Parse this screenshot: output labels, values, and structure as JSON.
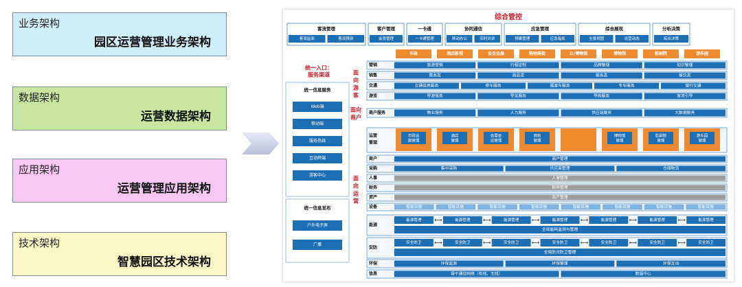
{
  "left": {
    "items": [
      {
        "category": "业务架构",
        "name": "园区运营管理业务架构",
        "color": "#cfeefc"
      },
      {
        "category": "数据架构",
        "name": "运营数据架构",
        "color": "#c7e6a0"
      },
      {
        "category": "应用架构",
        "name": "运营管理应用架构",
        "color": "#f8c7f4"
      },
      {
        "category": "技术架构",
        "name": "智慧园区技术架构",
        "color": "#fbf8c6"
      }
    ]
  },
  "diagram": {
    "top_title": "综合管控",
    "top_groups": [
      {
        "title": "客流管理",
        "subs": [
          "客流监测",
          "客流预测"
        ]
      },
      {
        "title": "客户管理",
        "subs": [
          "会员管理"
        ]
      },
      {
        "title": "一卡通",
        "subs": [
          "一卡通管理"
        ]
      },
      {
        "title": "协同通信",
        "subs": [
          "移动办公",
          "实时对讲"
        ]
      },
      {
        "title": "应急管理",
        "subs": [
          "预案管理",
          "应急指挥"
        ]
      },
      {
        "title": "综合展现",
        "subs": [
          "全景视图",
          "运营动态"
        ]
      },
      {
        "title": "分析决策",
        "subs": [
          "综合决策"
        ]
      }
    ],
    "venues": [
      "市政",
      "酒店影视",
      "会议会展",
      "购物商街",
      "公/博物馆",
      "博物馆",
      "影剧院",
      "游乐园"
    ],
    "entry_title": "统一入口：\n服务渠道",
    "svc_title": "统一信息服务",
    "channels": [
      "Web端",
      "移动端",
      "服务热线",
      "互动终端",
      "游客中心"
    ],
    "pub_title": "统一信息发布",
    "pub_channels": [
      "户外电子屏",
      "广播"
    ],
    "sec_tourist": "面向游客",
    "sec_merchant": "面向商户",
    "sec_ops": "面向运营",
    "tourist_rows": [
      {
        "label": "营销",
        "cells": [
          "旅游营销",
          "行程定制",
          "品牌管理",
          "知识管理"
        ]
      },
      {
        "label": "销售",
        "cells": [
          "票务类",
          "商品类",
          "服务类",
          "餐饮类"
        ]
      },
      {
        "label": "交通",
        "cells": [
          "交通信息服务",
          "停车服务",
          "摆渡车服务",
          "专车服务",
          "慢行交通"
        ]
      },
      {
        "label": "游览",
        "cells": [
          "导游服务",
          "导览服务",
          "导购服务",
          "客流引导"
        ]
      }
    ],
    "merchant_row": {
      "label": "商户服务",
      "cells": [
        "物业服务",
        "人力服务",
        "供应链服务",
        "大数据服务"
      ]
    },
    "ops_mgmt_label": "运营管理",
    "ops_mgmt_cells": [
      "市政设施管理",
      "酒店管理",
      "会展会议管理",
      "商街管理",
      "",
      "博物馆管理",
      "影剧院管理",
      "游乐园管理"
    ],
    "ops_rows": [
      {
        "label": "商户",
        "cells": [
          "商户管理"
        ]
      },
      {
        "label": "采购",
        "cells": [
          "集中采购",
          "供应商管理",
          "仓储物流"
        ]
      },
      {
        "label": "人事",
        "cells": [
          "人事管理"
        ]
      },
      {
        "label": "财务",
        "cells": [
          "财务管理"
        ]
      },
      {
        "label": "资产",
        "cells": [
          "资产管理"
        ]
      },
      {
        "label": "设备",
        "cells": [
          "智能设施",
          "智能设施",
          "智能设施",
          "智能设施",
          "智能设施",
          "智能设施",
          "智能设施",
          "智能设施"
        ]
      }
    ],
    "energy": {
      "label": "能源",
      "cells": [
        "能源管理",
        "能源管理",
        "能源管理",
        "能源管理",
        "能源管理",
        "能源管理",
        "能源管理"
      ],
      "bar": "全局能耗监测与管理"
    },
    "security": {
      "label": "安防",
      "cells": [
        "安全防卫",
        "安全防卫",
        "安全防卫",
        "安全防卫",
        "安全防卫",
        "安全防卫",
        "安全防卫"
      ],
      "bar": "全局防灾防卫管理"
    },
    "env": {
      "label": "环保",
      "cells": [
        "环保监测",
        "环保管理",
        "环保互动"
      ]
    },
    "info": {
      "label": "信息",
      "cells": [
        "骨干通信网络（有线、无线）",
        "数据中心"
      ]
    }
  }
}
